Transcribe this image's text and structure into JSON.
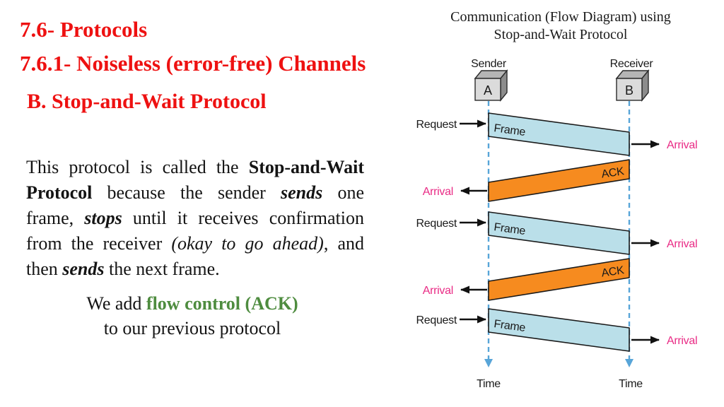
{
  "slide": {
    "heading1": "7.6- Protocols",
    "heading2": "7.6.1- Noiseless (error-free) Channels",
    "heading3": "B. Stop-and-Wait Protocol",
    "paragraph_runs": [
      {
        "text": "This protocol is called the ",
        "style": "normal"
      },
      {
        "text": "Stop-and-Wait Protocol",
        "style": "bold"
      },
      {
        "text": " because the sender ",
        "style": "normal"
      },
      {
        "text": "sends",
        "style": "bold-italic"
      },
      {
        "text": " one frame, ",
        "style": "normal"
      },
      {
        "text": "stops",
        "style": "bold-italic"
      },
      {
        "text": " until it receives confirmation from the receiver ",
        "style": "normal"
      },
      {
        "text": "(okay to go ahead)",
        "style": "italic"
      },
      {
        "text": ", and then ",
        "style": "normal"
      },
      {
        "text": "sends",
        "style": "bold-italic"
      },
      {
        "text": " the next frame.",
        "style": "normal"
      }
    ],
    "note": {
      "line1_prefix": "We add ",
      "line1_highlight": "flow control (ACK)",
      "line2": "to our previous protocol"
    }
  },
  "diagram": {
    "title_line1": "Communication (Flow Diagram) using",
    "title_line2": "Stop-and-Wait Protocol",
    "sender": {
      "label": "Sender",
      "node": "A"
    },
    "receiver": {
      "label": "Receiver",
      "node": "B"
    },
    "labels": {
      "request": "Request",
      "arrival": "Arrival",
      "frame": "Frame",
      "ack": "ACK",
      "time": "Time"
    },
    "colors": {
      "heading_red": "#ee1111",
      "note_green": "#4e8c3f",
      "arrival_pink": "#e92b85",
      "frame_fill": "#badfe9",
      "ack_fill": "#f68b1f",
      "lifeline_blue": "#58a5d8"
    }
  }
}
